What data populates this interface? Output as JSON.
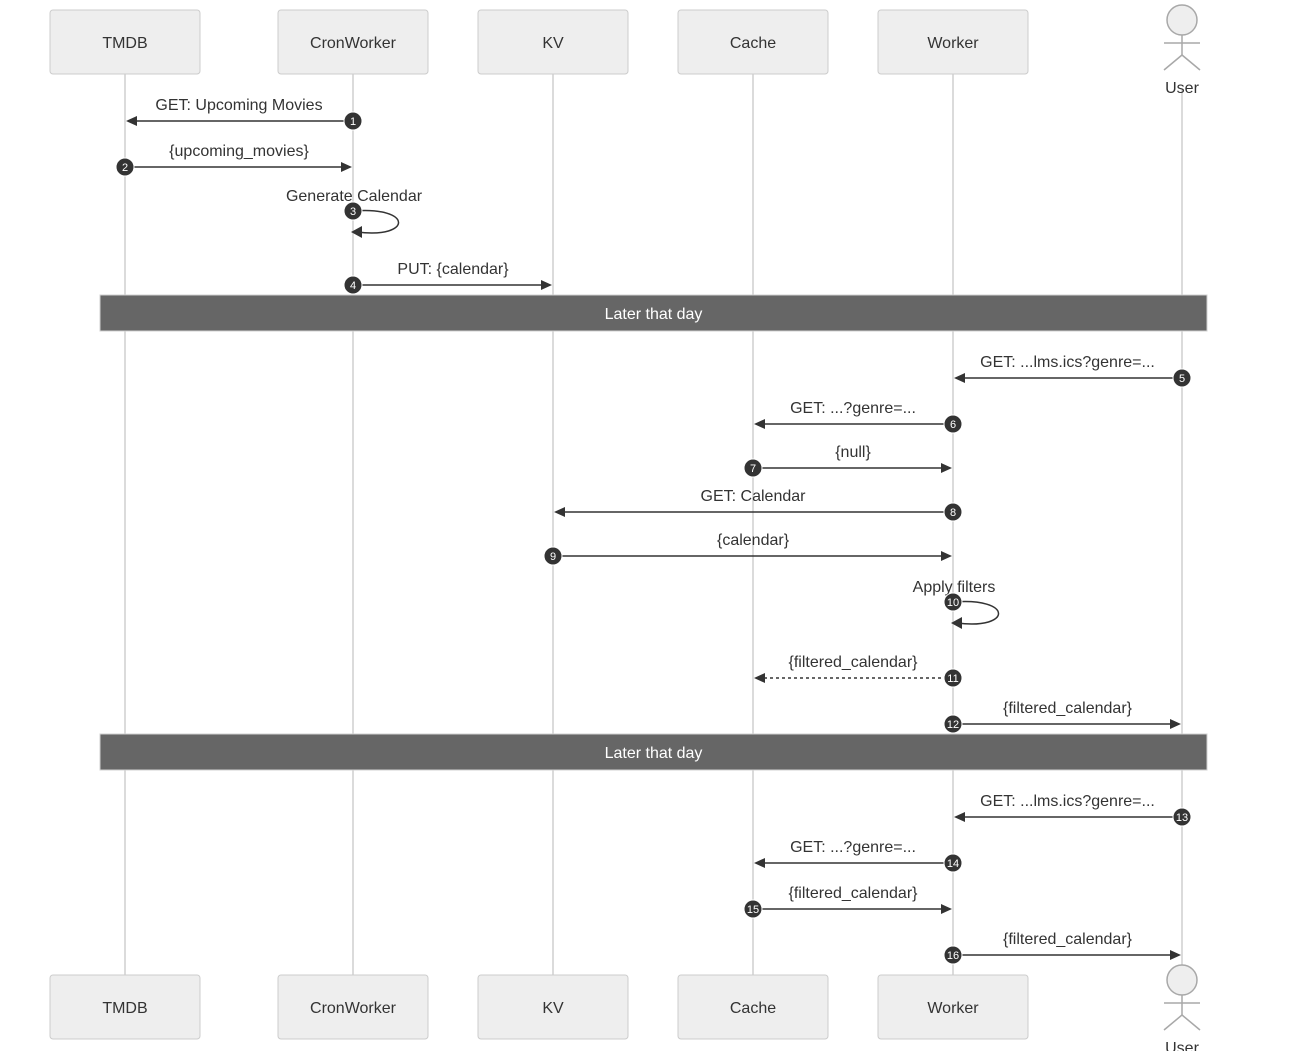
{
  "participants": [
    {
      "id": "tmdb",
      "label": "TMDB",
      "kind": "box"
    },
    {
      "id": "cron",
      "label": "CronWorker",
      "kind": "box"
    },
    {
      "id": "kv",
      "label": "KV",
      "kind": "box"
    },
    {
      "id": "cache",
      "label": "Cache",
      "kind": "box"
    },
    {
      "id": "worker",
      "label": "Worker",
      "kind": "box"
    },
    {
      "id": "user",
      "label": "User",
      "kind": "actor"
    }
  ],
  "events": [
    {
      "type": "msg",
      "num": "1",
      "from": "cron",
      "to": "tmdb",
      "text": "GET: Upcoming Movies",
      "style": "solid"
    },
    {
      "type": "msg",
      "num": "2",
      "from": "tmdb",
      "to": "cron",
      "text": "{upcoming_movies}",
      "style": "solid"
    },
    {
      "type": "self",
      "num": "3",
      "on": "cron",
      "text": "Generate Calendar"
    },
    {
      "type": "msg",
      "num": "4",
      "from": "cron",
      "to": "kv",
      "text": "PUT: {calendar}",
      "style": "solid"
    },
    {
      "type": "note",
      "text": "Later that day"
    },
    {
      "type": "msg",
      "num": "5",
      "from": "user",
      "to": "worker",
      "text": "GET: ...lms.ics?genre=...",
      "style": "solid"
    },
    {
      "type": "msg",
      "num": "6",
      "from": "worker",
      "to": "cache",
      "text": "GET: ...?genre=...",
      "style": "solid"
    },
    {
      "type": "msg",
      "num": "7",
      "from": "cache",
      "to": "worker",
      "text": "{null}",
      "style": "solid"
    },
    {
      "type": "msg",
      "num": "8",
      "from": "worker",
      "to": "kv",
      "text": "GET: Calendar",
      "style": "solid"
    },
    {
      "type": "msg",
      "num": "9",
      "from": "kv",
      "to": "worker",
      "text": "{calendar}",
      "style": "solid"
    },
    {
      "type": "self",
      "num": "10",
      "on": "worker",
      "text": "Apply filters"
    },
    {
      "type": "msg",
      "num": "11",
      "from": "worker",
      "to": "cache",
      "text": "{filtered_calendar}",
      "style": "dotted"
    },
    {
      "type": "msg",
      "num": "12",
      "from": "worker",
      "to": "user",
      "text": "{filtered_calendar}",
      "style": "solid"
    },
    {
      "type": "note",
      "text": "Later that day"
    },
    {
      "type": "msg",
      "num": "13",
      "from": "user",
      "to": "worker",
      "text": "GET: ...lms.ics?genre=...",
      "style": "solid"
    },
    {
      "type": "msg",
      "num": "14",
      "from": "worker",
      "to": "cache",
      "text": "GET: ...?genre=...",
      "style": "solid"
    },
    {
      "type": "msg",
      "num": "15",
      "from": "cache",
      "to": "worker",
      "text": "{filtered_calendar}",
      "style": "solid"
    },
    {
      "type": "msg",
      "num": "16",
      "from": "worker",
      "to": "user",
      "text": "{filtered_calendar}",
      "style": "solid"
    }
  ]
}
